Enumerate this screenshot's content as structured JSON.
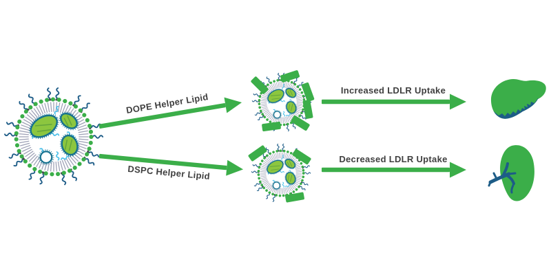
{
  "pathways": [
    {
      "helper_lipid_label": "DOPE Helper Lipid",
      "outcome_label": "Increased LDLR Uptake",
      "target_organ": "liver"
    },
    {
      "helper_lipid_label": "DSPC Helper Lipid",
      "outcome_label": "Decreased LDLR Uptake",
      "target_organ": "spleen"
    }
  ],
  "icons": {
    "left": "lipid-nanoparticle-icon",
    "middle_top": "lnp-protein-corona-dense-icon",
    "middle_bottom": "lnp-protein-corona-sparse-icon",
    "right_top": "liver-icon",
    "right_bottom": "spleen-icon"
  },
  "colors": {
    "green": "#3BAE49",
    "navy": "#1D5C87",
    "teal": "#16718F",
    "light_blue": "#4FC1E9",
    "oval_green": "#8CC63F",
    "oval_stripe": "#63A53C",
    "tail_gray": "#9DA0B5",
    "dark_dot": "#4A4A52",
    "text": "#3F3F3F",
    "bg": "#FFFFFF"
  }
}
